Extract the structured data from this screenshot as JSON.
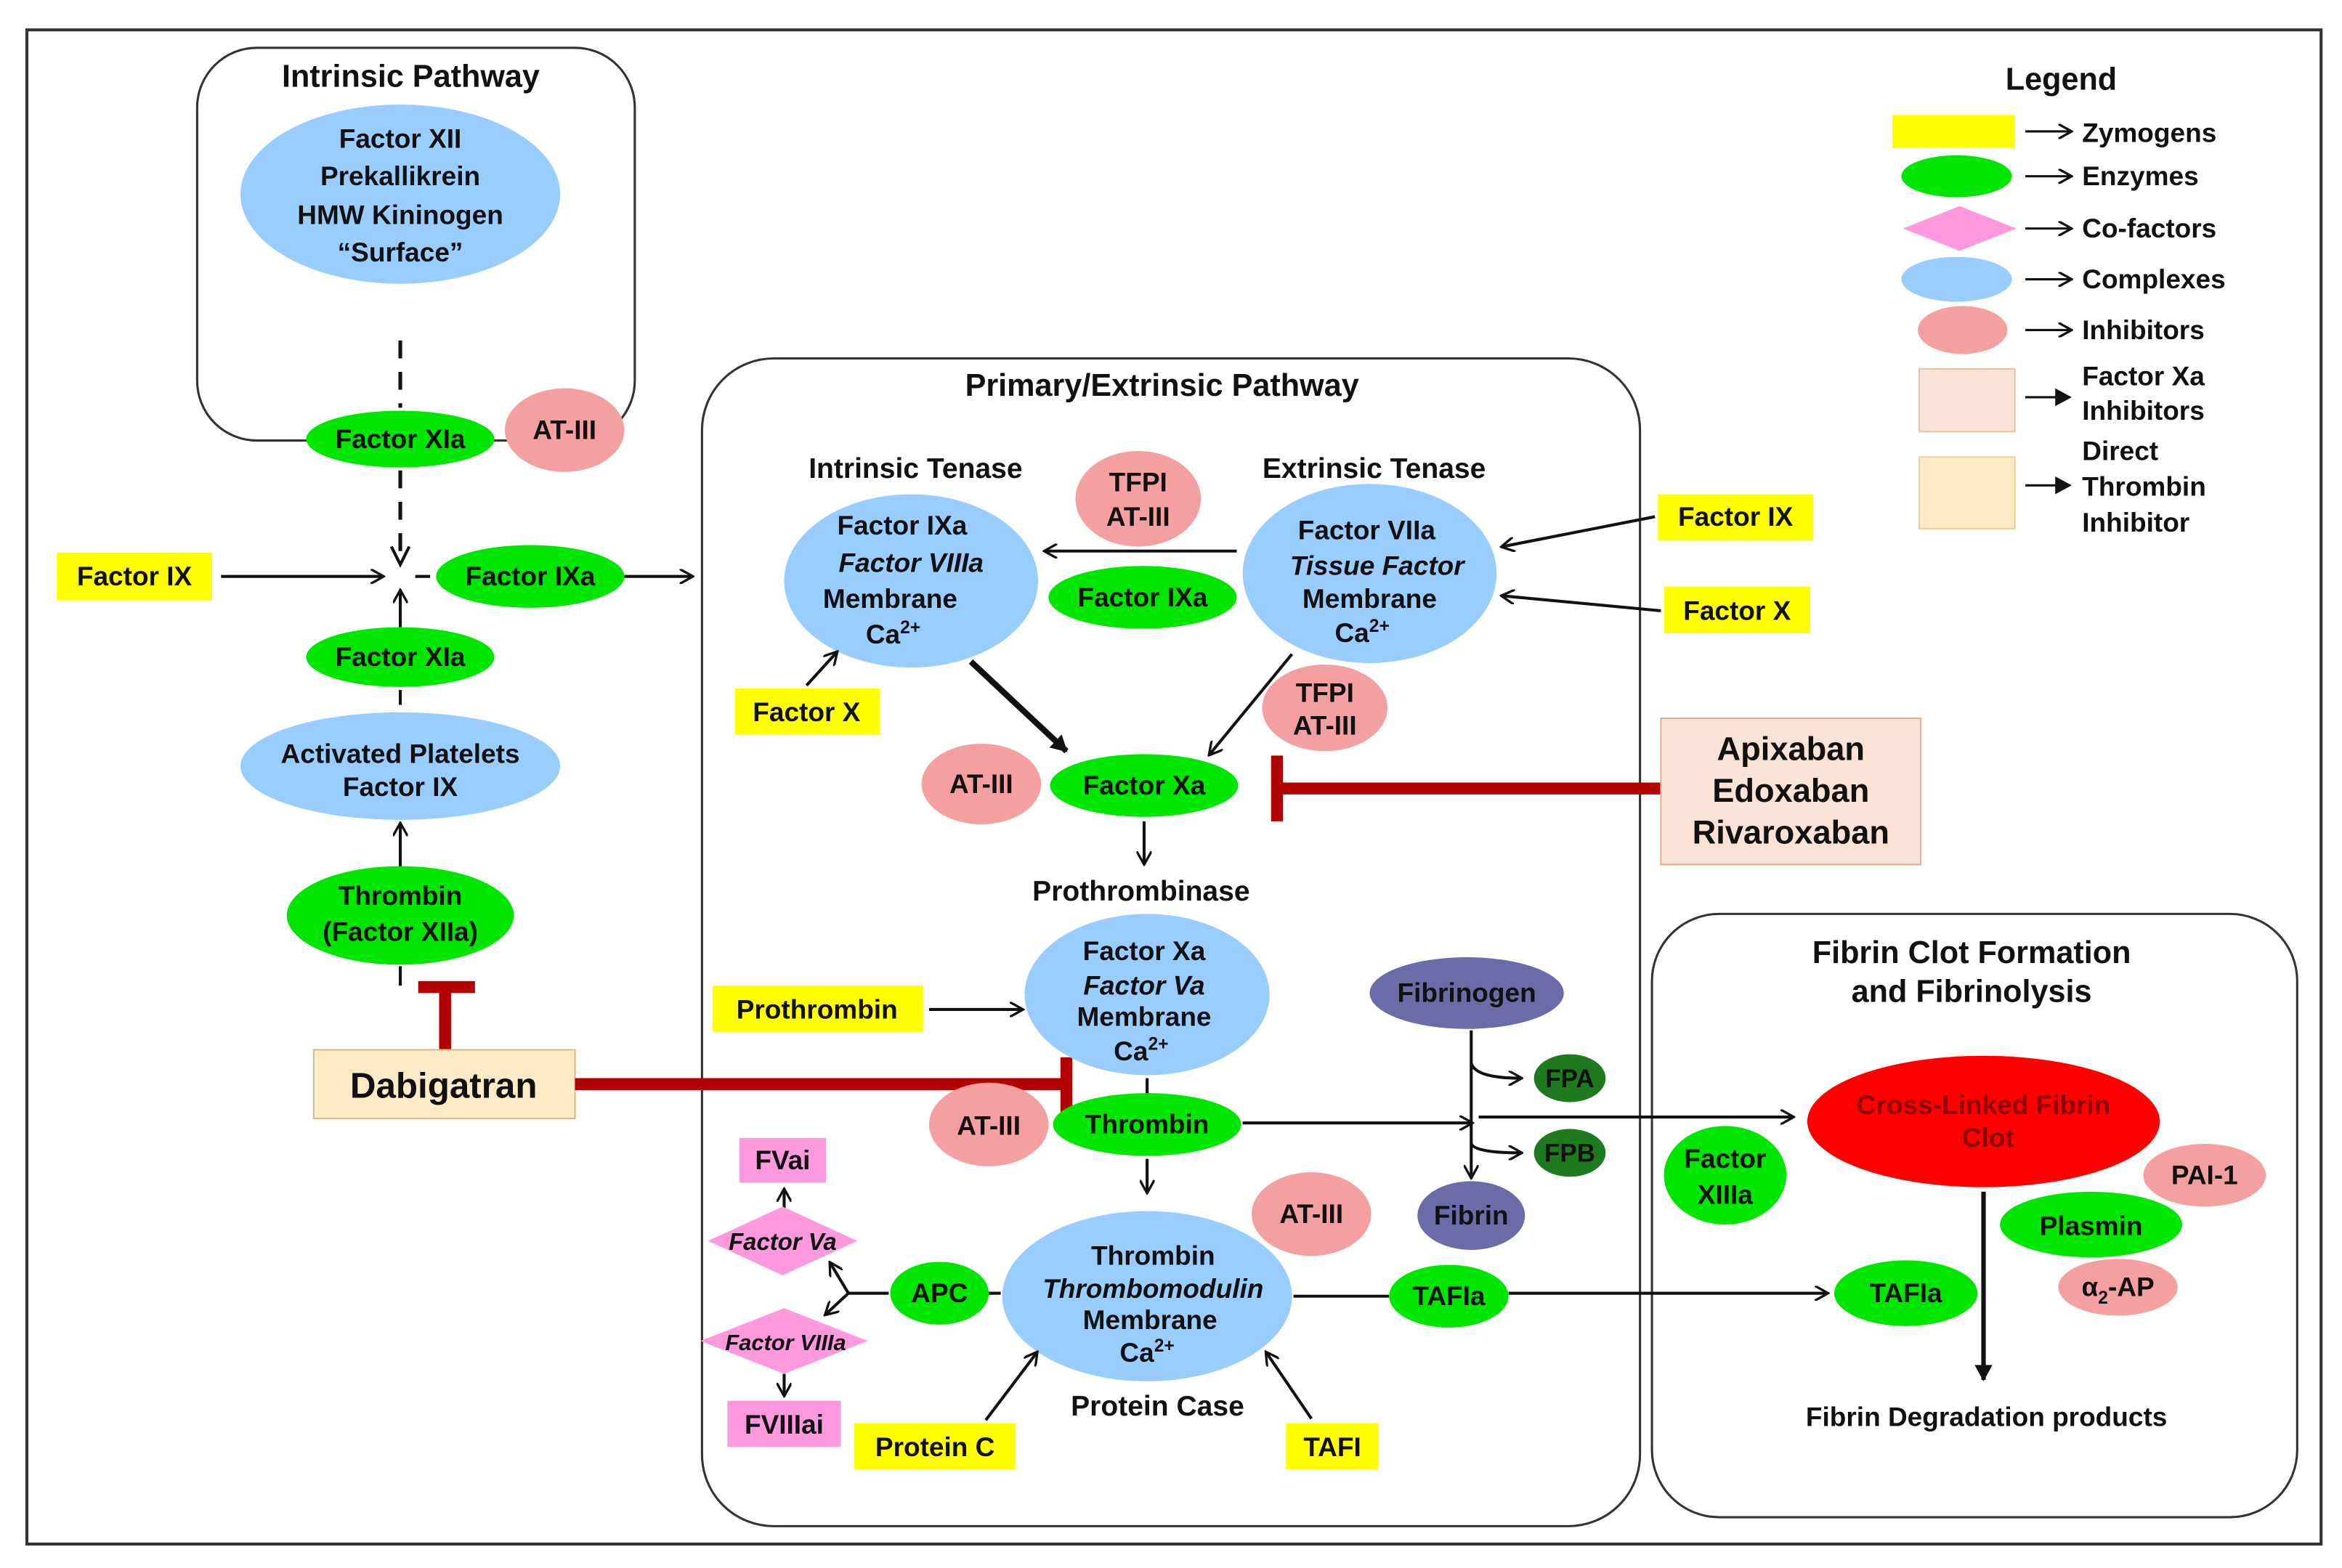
{
  "colors": {
    "zymogen": "#ffff00",
    "enzyme": "#00e600",
    "cofactor": "#ff99dd",
    "complex": "#99ccff",
    "inhibitor": "#f4a0a0",
    "fxa_inhibitor_box": "#fae3d6",
    "thrombin_inhibitor_box": "#fdebc8",
    "fibrinogen": "#6b6ba8",
    "fp": "#1f7a1f",
    "clot": "#ff0000",
    "inhibit_bar": "#b30000"
  },
  "sections": {
    "intrinsic": "Intrinsic Pathway",
    "primary": "Primary/Extrinsic Pathway",
    "fibrin_line1": "Fibrin Clot Formation",
    "fibrin_line2": "and Fibrinolysis"
  },
  "legend": {
    "title": "Legend",
    "zymogens": "Zymogens",
    "enzymes": "Enzymes",
    "cofactors": "Co-factors",
    "complexes": "Complexes",
    "inhibitors": "Inhibitors",
    "fxa_inhib_1": "Factor Xa",
    "fxa_inhib_2": "Inhibitors",
    "dti_1": "Direct",
    "dti_2": "Thrombin",
    "dti_3": "Inhibitor"
  },
  "intrinsic": {
    "contact_1": "Factor XII",
    "contact_2": "Prekallikrein",
    "contact_3": "HMW Kininogen",
    "contact_4": "“Surface”",
    "fxia_top": "Factor XIa",
    "at3": "AT-III",
    "factor_ix": "Factor IX",
    "factor_ixa": "Factor IXa",
    "fxia_bottom": "Factor XIa",
    "platelets_1": "Activated Platelets",
    "platelets_2": "Factor IX",
    "thrombin_1": "Thrombin",
    "thrombin_2": "(Factor XIIa)",
    "dabigatran": "Dabigatran"
  },
  "primary": {
    "intrinsic_tenase": "Intrinsic Tenase",
    "extrinsic_tenase": "Extrinsic Tenase",
    "it_1": "Factor IXa",
    "it_2": "Factor VIIIa",
    "it_3": "Membrane",
    "it_4": "Ca",
    "it_sup": "2+",
    "et_1": "Factor VIIa",
    "et_2": "Tissue Factor",
    "et_3": "Membrane",
    "et_4": "Ca",
    "et_sup": "2+",
    "tfpi_1": "TFPI",
    "tfpi_2": "AT-III",
    "fixa": "Factor IXa",
    "factor_ix_right": "Factor IX",
    "factor_x_right": "Factor X",
    "factor_x_left": "Factor X",
    "tfpi2_1": "TFPI",
    "tfpi2_2": "AT-III",
    "at3_fxa": "AT-III",
    "fxa": "Factor Xa",
    "xa_inhib_1": "Apixaban",
    "xa_inhib_2": "Edoxaban",
    "xa_inhib_3": "Rivaroxaban",
    "prothrombinase": "Prothrombinase",
    "pt_1": "Factor Xa",
    "pt_2": "Factor Va",
    "pt_3": "Membrane",
    "pt_4": "Ca",
    "pt_sup": "2+",
    "prothrombin": "Prothrombin",
    "fibrinogen": "Fibrinogen",
    "fpa": "FPA",
    "fpb": "FPB",
    "fibrin": "Fibrin",
    "at3_thrombin": "AT-III",
    "thrombin": "Thrombin",
    "fvai": "FVai",
    "factor_va": "Factor Va",
    "factor_viiia": "Factor VIIIa",
    "fviiiai": "FVIIIai",
    "apc": "APC",
    "at3_pc": "AT-III",
    "pc_1": "Thrombin",
    "pc_2": "Thrombomodulin",
    "pc_3": "Membrane",
    "pc_4": "Ca",
    "pc_sup": "2+",
    "protein_case": "Protein Case",
    "protein_c": "Protein C",
    "tafi": "TAFI",
    "tafia": "TAFIa"
  },
  "fibrin": {
    "clot_1": "Cross-Linked Fibrin",
    "clot_2": "Clot",
    "fxiiia_1": "Factor",
    "fxiiia_2": "XIIIa",
    "pai": "PAI-1",
    "plasmin": "Plasmin",
    "a2ap_alpha": "α",
    "a2ap_sub": "2",
    "a2ap_rest": "-AP",
    "tafia": "TAFIa",
    "fdp": "Fibrin Degradation products"
  }
}
